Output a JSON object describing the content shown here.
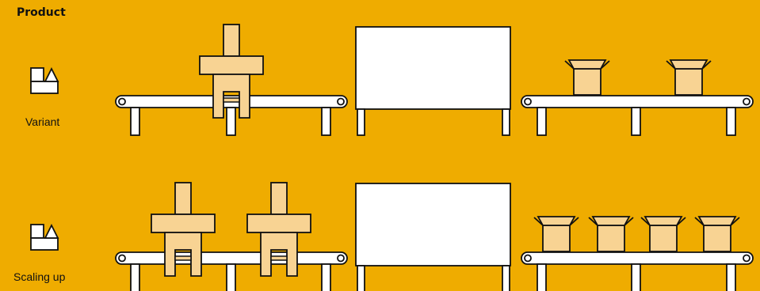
{
  "title": "Product",
  "rows": [
    {
      "label": "Variant",
      "presses": 1,
      "boxes": 2
    },
    {
      "label": "Scaling up",
      "presses": 2,
      "boxes": 4
    }
  ],
  "icons": [
    "product-shapes-icon"
  ],
  "colors": {
    "background": "#EFAC00",
    "machine_fill": "#F8D393",
    "white": "#FFFFFF",
    "outline": "#111111"
  }
}
